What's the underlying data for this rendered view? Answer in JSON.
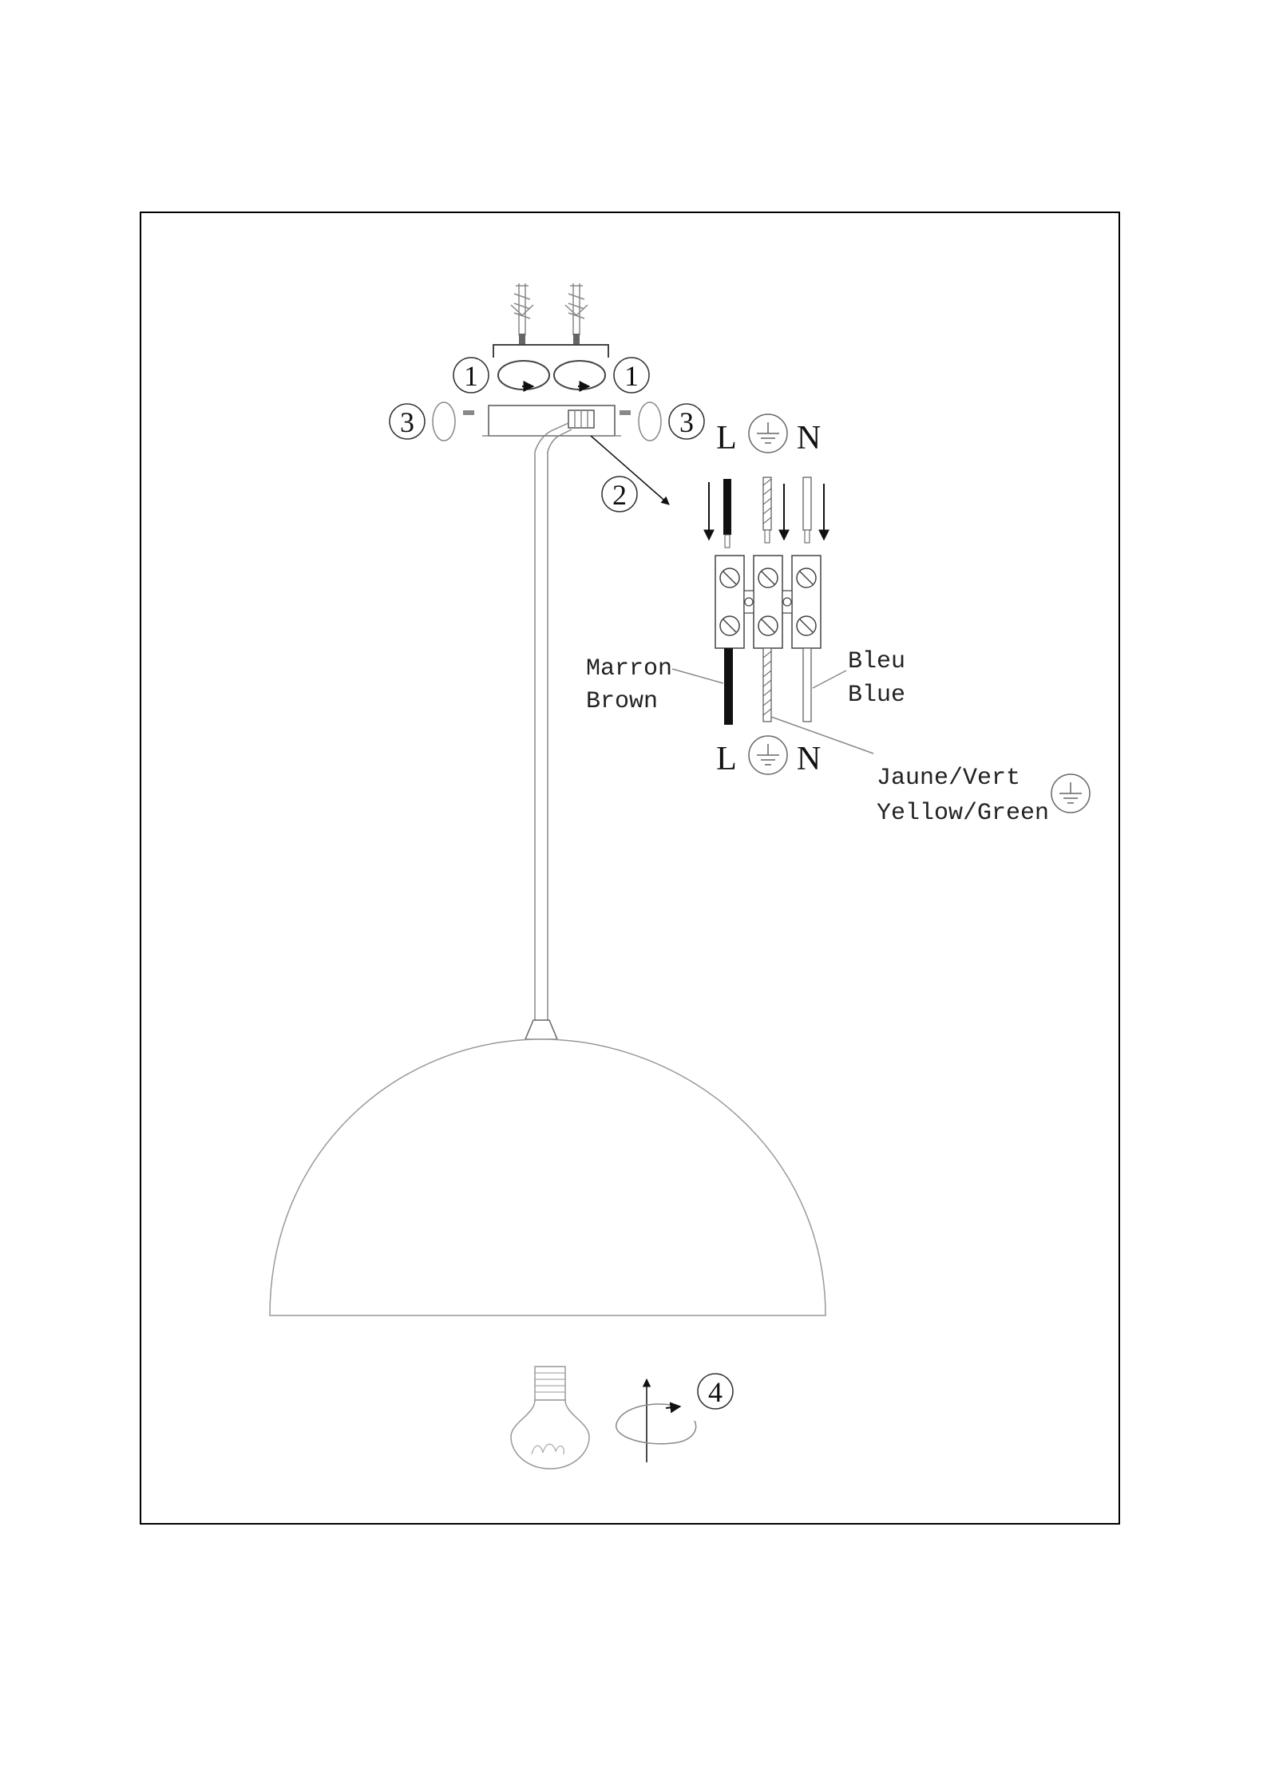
{
  "steps": {
    "s1": "1",
    "s2": "2",
    "s3": "3",
    "s4": "4"
  },
  "terminals": {
    "live": "L",
    "neutral": "N"
  },
  "wires": {
    "brown_fr": "Marron",
    "brown_en": "Brown",
    "blue_fr": "Bleu",
    "blue_en": "Blue",
    "earth_fr": "Jaune/Vert",
    "earth_en": "Yellow/Green"
  },
  "icons": {
    "earth": "earth-ground-symbol",
    "bulb": "light-bulb-icon",
    "rotate": "rotation-arrow-icon",
    "screw": "screw-icon",
    "wall_plug": "wall-plug-icon"
  },
  "colors": {
    "frame": "#000000",
    "line": "#888888",
    "live_wire": "#000000"
  }
}
